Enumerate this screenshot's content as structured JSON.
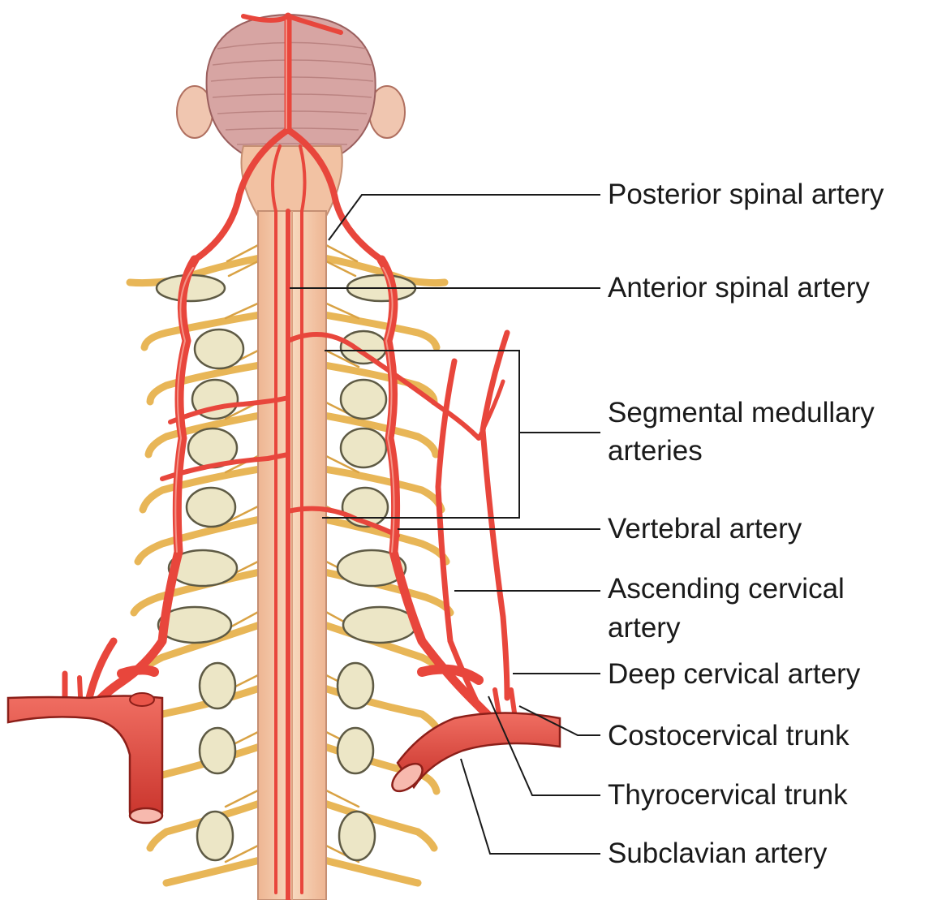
{
  "labels": {
    "posterior_spinal": "Posterior spinal artery",
    "anterior_spinal": "Anterior spinal artery",
    "segmental_1": "Segmental medullary",
    "segmental_2": "arteries",
    "vertebral": "Vertebral artery",
    "ascending_1": "Ascending cervical",
    "ascending_2": "artery",
    "deep_cervical": "Deep cervical artery",
    "costocervical": "Costocervical trunk",
    "thyrocervical": "Thyrocervical trunk",
    "subclavian": "Subclavian artery"
  },
  "colors": {
    "artery": "#e8463c",
    "artery_dark": "#b92a22",
    "nerve": "#f2c365",
    "nerve_dark": "#c9922f",
    "cord": "#f3c6a4",
    "brainstem": "#d7a5a3",
    "vertebra": "#ece6c6"
  }
}
